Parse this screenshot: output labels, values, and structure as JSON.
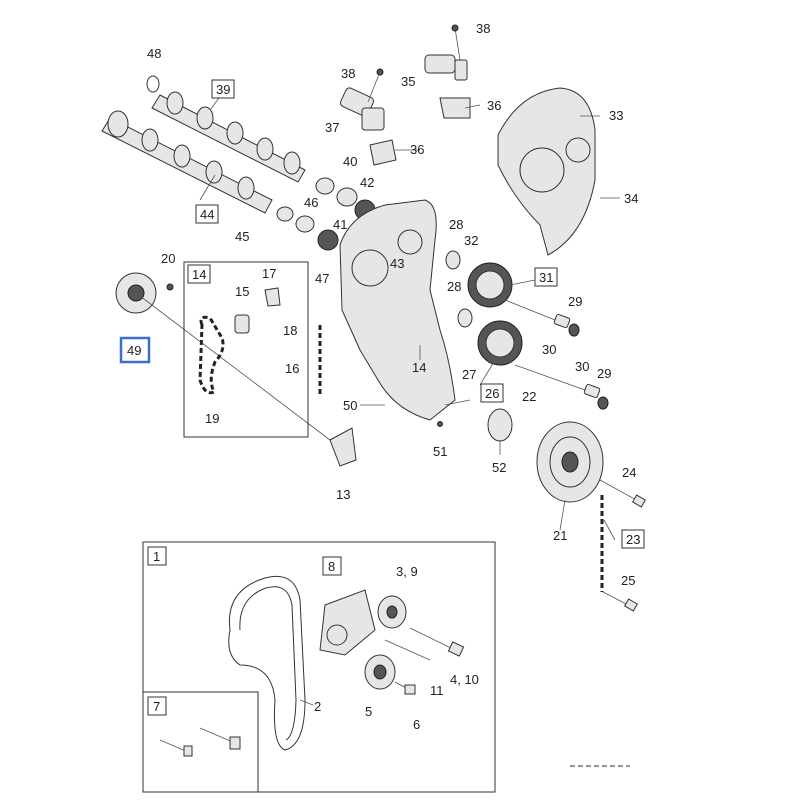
{
  "labels": {
    "p1": "1",
    "p2": "2",
    "p3_9": "3, 9",
    "p4_10": "4, 10",
    "p5": "5",
    "p6": "6",
    "p7": "7",
    "p8": "8",
    "p11": "11",
    "p13": "13",
    "p14a": "14",
    "p14b": "14",
    "p15": "15",
    "p16": "16",
    "p17": "17",
    "p18": "18",
    "p19": "19",
    "p20": "20",
    "p21": "21",
    "p22": "22",
    "p23": "23",
    "p24": "24",
    "p25": "25",
    "p26": "26",
    "p27": "27",
    "p28a": "28",
    "p28b": "28",
    "p29a": "29",
    "p29b": "29",
    "p30a": "30",
    "p30b": "30",
    "p31": "31",
    "p32": "32",
    "p33": "33",
    "p34": "34",
    "p35": "35",
    "p36a": "36",
    "p36b": "36",
    "p37": "37",
    "p38a": "38",
    "p38b": "38",
    "p39": "39",
    "p40": "40",
    "p41": "41",
    "p42": "42",
    "p43": "43",
    "p44": "44",
    "p45": "45",
    "p46": "46",
    "p47": "47",
    "p48": "48",
    "p49": "49",
    "p50": "50",
    "p51": "51",
    "p52": "52"
  },
  "highlight_color": "#3a6fd0"
}
